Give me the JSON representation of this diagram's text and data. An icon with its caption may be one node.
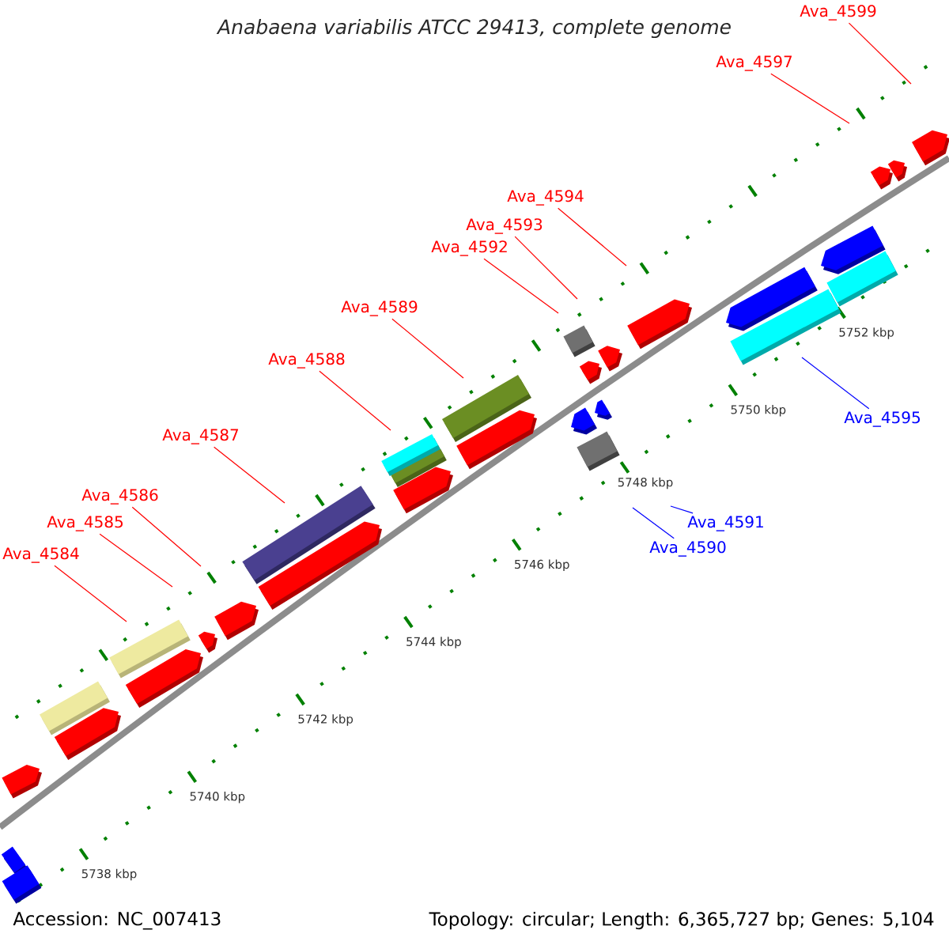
{
  "diagram": {
    "title": "Anabaena variabilis ATCC 29413, complete genome",
    "nodes": [
      {
        "text": [
          "Ava_4599"
        ]
      },
      {
        "text": [
          "Ava_4597"
        ]
      },
      {
        "text": [
          "Ava_4594"
        ]
      },
      {
        "text": [
          "Ava_4593"
        ]
      },
      {
        "text": [
          "Ava_4592"
        ]
      },
      {
        "text": [
          "Ava_4589"
        ]
      },
      {
        "text": [
          "Ava_4588"
        ]
      },
      {
        "text": [
          "Ava_4595"
        ]
      },
      {
        "text": [
          "Ava_4587"
        ]
      },
      {
        "text": [
          "Ava_4586"
        ]
      },
      {
        "text": [
          "Ava_4591"
        ]
      },
      {
        "text": [
          "Ava_4585"
        ]
      },
      {
        "text": [
          "Ava_4590"
        ]
      },
      {
        "text": [
          "Ava_4584"
        ]
      }
    ],
    "edges": [
      {
        "from": 0,
        "to": null,
        "arrow": "none"
      },
      {
        "from": 1,
        "to": null,
        "arrow": "none"
      },
      {
        "from": 2,
        "to": null,
        "arrow": "none"
      },
      {
        "from": 3,
        "to": null,
        "arrow": "none"
      },
      {
        "from": 4,
        "to": null,
        "arrow": "none"
      },
      {
        "from": 5,
        "to": null,
        "arrow": "none"
      },
      {
        "from": 6,
        "to": null,
        "arrow": "none"
      },
      {
        "from": 7,
        "to": null,
        "arrow": "none",
        "color": "#0000ff"
      },
      {
        "from": 8,
        "to": null,
        "arrow": "none"
      },
      {
        "from": 9,
        "to": null,
        "arrow": "none"
      },
      {
        "from": 10,
        "to": null,
        "arrow": "none",
        "color": "#0000ff"
      },
      {
        "from": 11,
        "to": null,
        "arrow": "none"
      },
      {
        "from": 12,
        "to": null,
        "arrow": "none",
        "color": "#0000ff"
      },
      {
        "from": 13,
        "to": null,
        "arrow": "none"
      }
    ],
    "labels": [
      "5752 kbp",
      "5750 kbp",
      "5748 kbp",
      "5746 kbp",
      "5744 kbp",
      "5742 kbp",
      "5740 kbp",
      "5738 kbp",
      "Accession: NC_007413",
      "Topology: circular; Length: 6,365,727 bp; Genes: 5,104"
    ]
  }
}
